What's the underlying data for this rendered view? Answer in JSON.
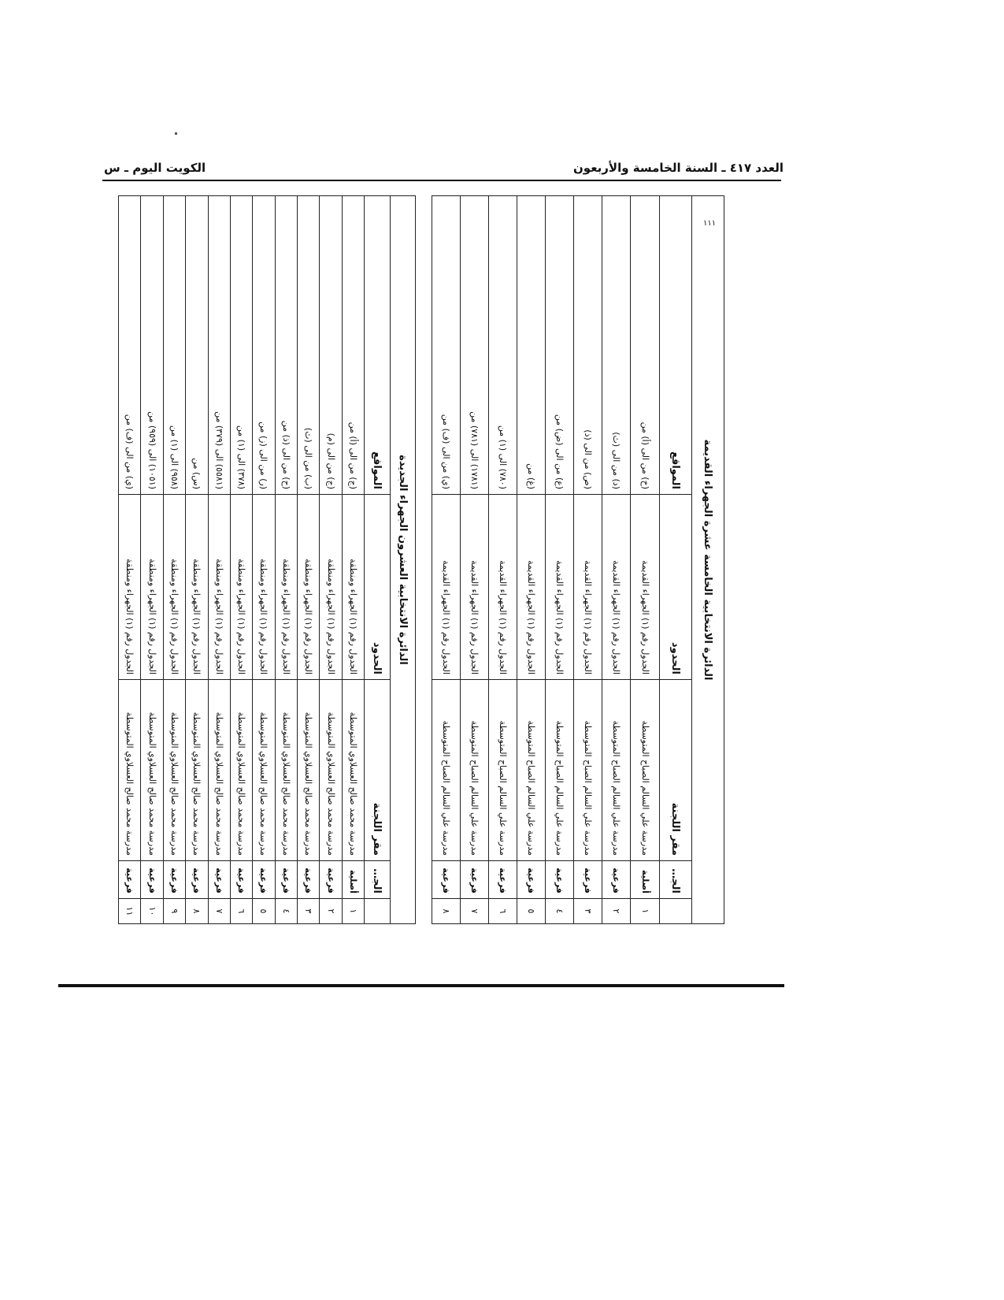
{
  "header": {
    "right": "العدد ٤١٧ ـ السنة الخامسة والأربعون",
    "left": "الكويت اليوم ـ س"
  },
  "tables": [
    {
      "caption": "الدائرة الانتخابية العشرون   الجهراء الجديدة",
      "headers": [
        "",
        "الجنس",
        "مقر اللجنة",
        "الحدود",
        "المواقع"
      ],
      "rows": [
        [
          "١",
          "أصلية",
          "مدرسة محمد صالح العسلاوي المتوسطة",
          "الجدول رقم (١) الجهراء ومنطقة",
          "(ج) من الى (أ) من"
        ],
        [
          "٢",
          "فرعية",
          "مدرسة محمد صالح العسلاوي المتوسطة",
          "الجدول رقم (١) الجهراء ومنطقة",
          "(ج) من الى (م)"
        ],
        [
          "٣",
          "فرعية",
          "مدرسة محمد صالح العسلاوي المتوسطة",
          "الجدول رقم (١) الجهراء ومنطقة",
          "(ب) من الى (ث)"
        ],
        [
          "٤",
          "فرعية",
          "مدرسة محمد صالح العسلاوي المتوسطة",
          "الجدول رقم (١) الجهراء ومنطقة",
          "(ح) من الى (ذ) من"
        ],
        [
          "٥",
          "فرعية",
          "مدرسة محمد صالح العسلاوي المتوسطة",
          "الجدول رقم (١) الجهراء ومنطقة",
          "(ر) من الى (ز) من"
        ],
        [
          "٦",
          "فرعية",
          "مدرسة محمد صالح العسلاوي المتوسطة",
          "الجدول رقم (١) الجهراء ومنطقة",
          "(٣٧٨) الى (١) من"
        ],
        [
          "٧",
          "فرعية",
          "مدرسة محمد صالح العسلاوي المتوسطة",
          "الجدول رقم (١) الجهراء ومنطقة",
          "(٥٥٨١) الى (٣٧٩) من"
        ],
        [
          "٨",
          "فرعية",
          "مدرسة محمد صالح العسلاوي المتوسطة",
          "الجدول رقم (١) الجهراء ومنطقة",
          "(س) من"
        ],
        [
          "٩",
          "فرعية",
          "مدرسة محمد صالح العسلاوي المتوسطة",
          "الجدول رقم (١) الجهراء ومنطقة",
          "(٩٥٨) الى (١) من"
        ],
        [
          "١٠",
          "فرعية",
          "مدرسة محمد صالح العسلاوي المتوسطة",
          "الجدول رقم (١) الجهراء ومنطقة",
          "(١٠٥١) الى (٩٥٩) من"
        ],
        [
          "١١",
          "فرعية",
          "مدرسة محمد صالح العسلاوي المتوسطة",
          "الجدول رقم (١) الجهراء ومنطقة",
          "(ي) من الى (ف) من"
        ]
      ]
    },
    {
      "caption": "الدائرة الانتخابية الخامسة عشرة   الجهراء القديمة",
      "headers": [
        "",
        "الجنس",
        "مقر اللجنة",
        "الحدود",
        "المواقع"
      ],
      "rows": [
        [
          "١",
          "أصلية",
          "مدرسة علي السالم الصباح المتوسطة",
          "الجدول رقم (١) الجهراء القديمة",
          "(خ) من الى (أ) من"
        ],
        [
          "٢",
          "فرعية",
          "مدرسة علي السالم الصباح المتوسطة",
          "الجدول رقم (١) الجهراء القديمة",
          "(د) من الى (ث)"
        ],
        [
          "٣",
          "فرعية",
          "مدرسة علي السالم الصباح المتوسطة",
          "الجدول رقم (١) الجهراء القديمة",
          "(ص) من الى (ذ)"
        ],
        [
          "٤",
          "فرعية",
          "مدرسة علي السالم الصباح المتوسطة",
          "الجدول رقم (١) الجهراء القديمة",
          "(ع) من الى (ض) من"
        ],
        [
          "٥",
          "فرعية",
          "مدرسة علي السالم الصباح المتوسطة",
          "الجدول رقم (١) الجهراء القديمة",
          "(غ) من"
        ],
        [
          "٦",
          "فرعية",
          "مدرسة علي السالم الصباح المتوسطة",
          "الجدول رقم (١) الجهراء القديمة",
          "(٧٨٠) الى (١) من"
        ],
        [
          "٧",
          "فرعية",
          "مدرسة علي السالم الصباح المتوسطة",
          "الجدول رقم (١) الجهراء القديمة",
          "(١٧٨١) الى (٧٨١) من"
        ],
        [
          "٨",
          "فرعية",
          "مدرسة علي السالم الصباح المتوسطة",
          "الجدول رقم (١) الجهراء القديمة",
          "(ي) من الى (ف) من"
        ]
      ]
    }
  ],
  "page_number": "١١١"
}
